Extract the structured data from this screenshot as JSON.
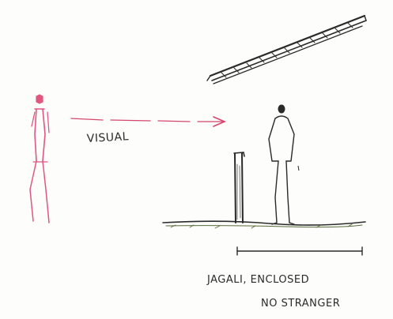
{
  "annotations": {
    "visual_label": "VISUAL",
    "enclosure_label_line1": "JAGALI, ENCLOSED",
    "enclosure_label_line2": "NO STRANGER"
  },
  "colors": {
    "paper": "#fdfdfb",
    "ink": "#2a2a2a",
    "observer_pink": "#e0577f",
    "arrow_pink": "#d4466e",
    "ground_green": "#556b3a"
  },
  "figures": [
    {
      "name": "observer",
      "color": "observer_pink"
    },
    {
      "name": "resident",
      "color": "ink"
    }
  ]
}
